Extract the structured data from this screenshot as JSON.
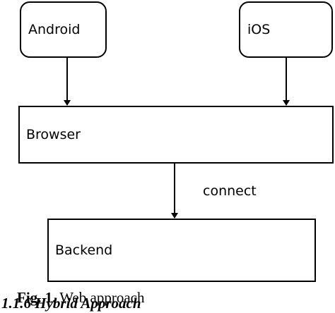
{
  "diagram": {
    "nodes": {
      "android": "Android",
      "ios": "iOS",
      "browser": "Browser",
      "backend": "Backend"
    },
    "edges": [
      {
        "from": "android",
        "to": "browser",
        "label": ""
      },
      {
        "from": "ios",
        "to": "browser",
        "label": ""
      },
      {
        "from": "browser",
        "to": "backend",
        "label": "connect"
      }
    ]
  },
  "caption": {
    "figure_label": "Fig. 1.",
    "figure_text": "Web approach",
    "section_heading": "1.1.6 Hybrid Approach"
  },
  "colors": {
    "stroke": "#000000",
    "background": "#ffffff"
  }
}
